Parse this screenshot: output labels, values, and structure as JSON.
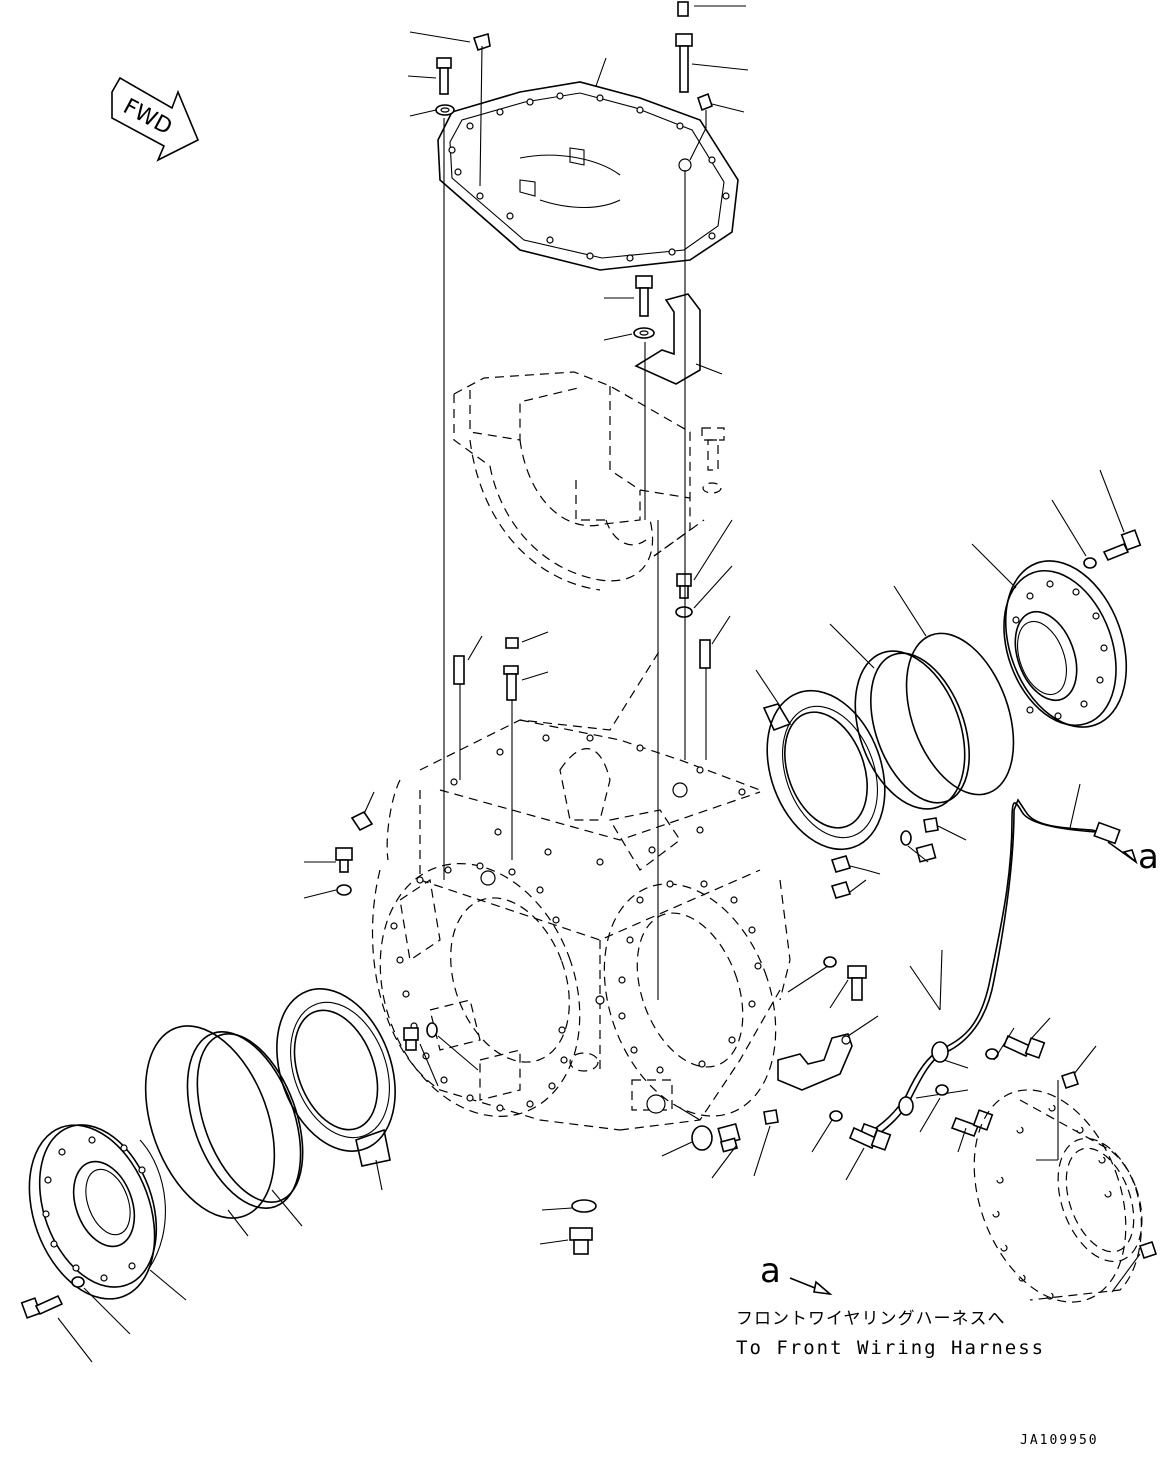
{
  "diagram": {
    "direction_label": "FWD",
    "callout_letter": "a",
    "harness_note_jp": "フロントワイヤリングハーネスへ",
    "harness_note_en": "To Front Wiring Harness",
    "figure_id": "JA109950"
  }
}
